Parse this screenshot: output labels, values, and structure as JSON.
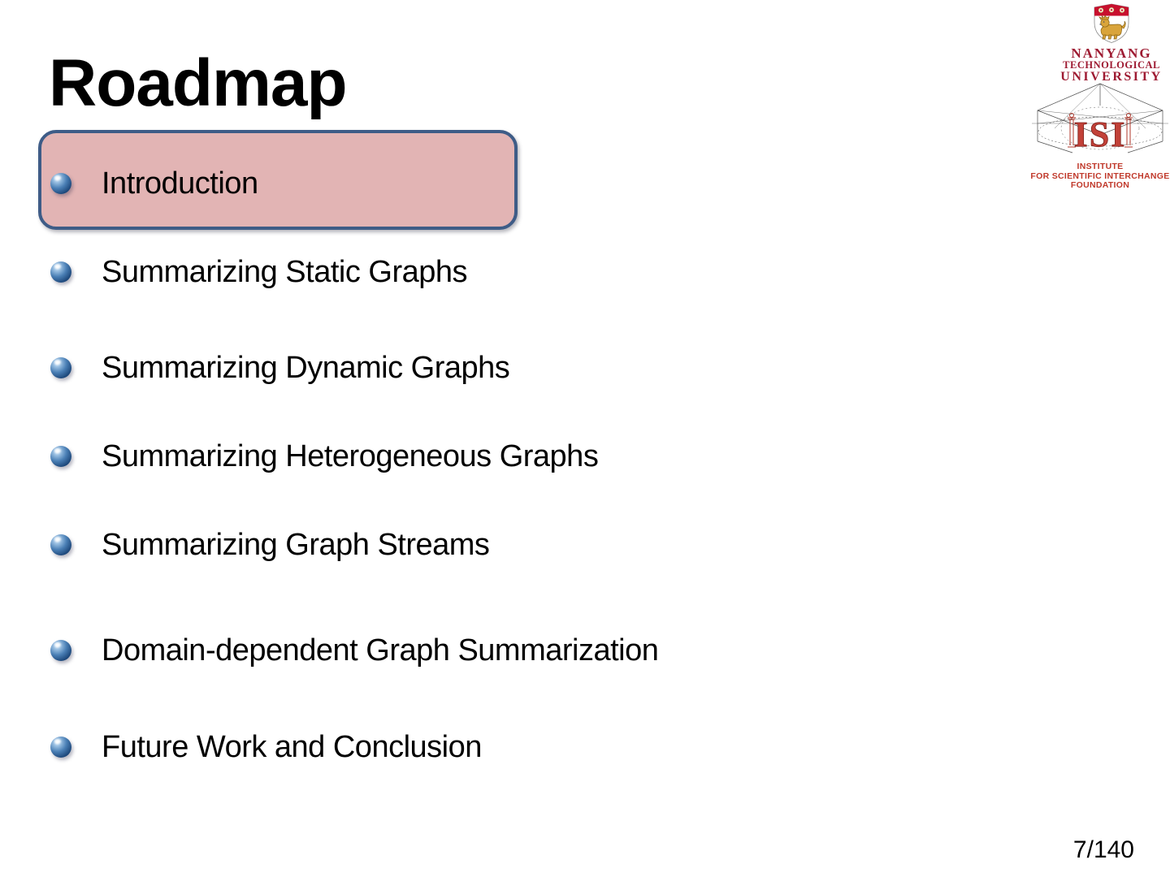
{
  "slide": {
    "title": "Roadmap",
    "page_number": "7/140"
  },
  "roadmap": {
    "highlighted_index": 0,
    "items": [
      {
        "label": "Introduction",
        "highlighted": true
      },
      {
        "label": "Summarizing Static Graphs",
        "highlighted": false
      },
      {
        "label": "Summarizing Dynamic Graphs",
        "highlighted": false
      },
      {
        "label": "Summarizing Heterogeneous Graphs",
        "highlighted": false
      },
      {
        "label": "Summarizing Graph Streams",
        "highlighted": false
      },
      {
        "label": "Domain-dependent Graph Summarization",
        "highlighted": false
      },
      {
        "label": "Future Work and Conclusion",
        "highlighted": false
      }
    ]
  },
  "logos": {
    "ntu": {
      "line1": "NANYANG",
      "line2": "TECHNOLOGICAL",
      "line3": "UNIVERSITY"
    },
    "isi": {
      "acronym": "ISI",
      "line1": "INSTITUTE",
      "line2": "FOR SCIENTIFIC INTERCHANGE",
      "line3": "FOUNDATION"
    }
  },
  "colors": {
    "highlight_fill": "#e2b4b4",
    "highlight_border": "#3e5c87",
    "bullet_sphere_blue": "#2f5f9e",
    "ntu_shield_red": "#c8102e",
    "ntu_wordmark_red": "#9e1b32",
    "ntu_lion_gold": "#d9a43b",
    "isi_red": "#c0392b",
    "text_black": "#000000",
    "background": "#ffffff"
  }
}
